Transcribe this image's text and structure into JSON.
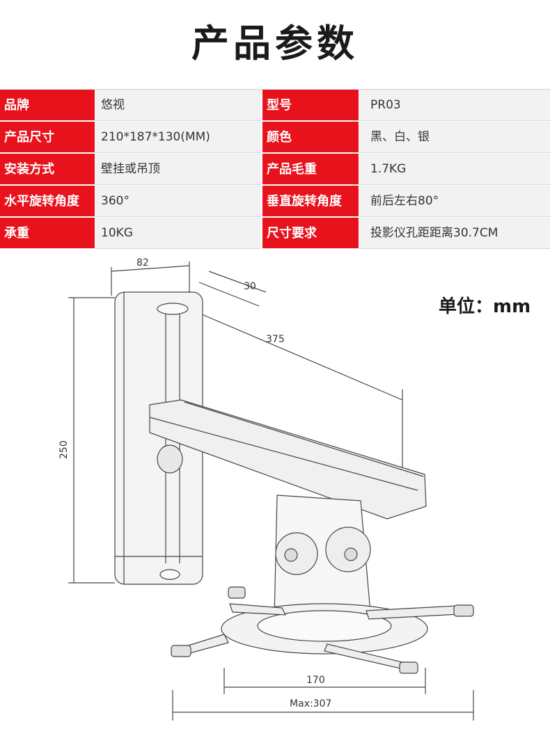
{
  "title": "产品参数",
  "specs": [
    {
      "label1": "品牌",
      "value1": "悠视",
      "label2": "型号",
      "value2": "PR03"
    },
    {
      "label1": "产品尺寸",
      "value1": "210*187*130(MM)",
      "label2": "颜色",
      "value2": "黑、白、银"
    },
    {
      "label1": "安装方式",
      "value1": "壁挂或吊顶",
      "label2": "产品毛重",
      "value2": "1.7KG"
    },
    {
      "label1": "水平旋转角度",
      "value1": "360°",
      "label2": "垂直旋转角度",
      "value2": "前后左右80°"
    },
    {
      "label1": "承重",
      "value1": "10KG",
      "label2": "尺寸要求",
      "value2": "投影仪孔距距离30.7CM"
    }
  ],
  "unit_note": "单位：mm",
  "dimensions": {
    "width_top": "82",
    "depth": "30",
    "arm_length": "375",
    "height": "250",
    "plate_width": "170",
    "max_width": "Max:307"
  },
  "colors": {
    "label_bg": "#e8121d",
    "value_bg": "#f2f2f2"
  }
}
